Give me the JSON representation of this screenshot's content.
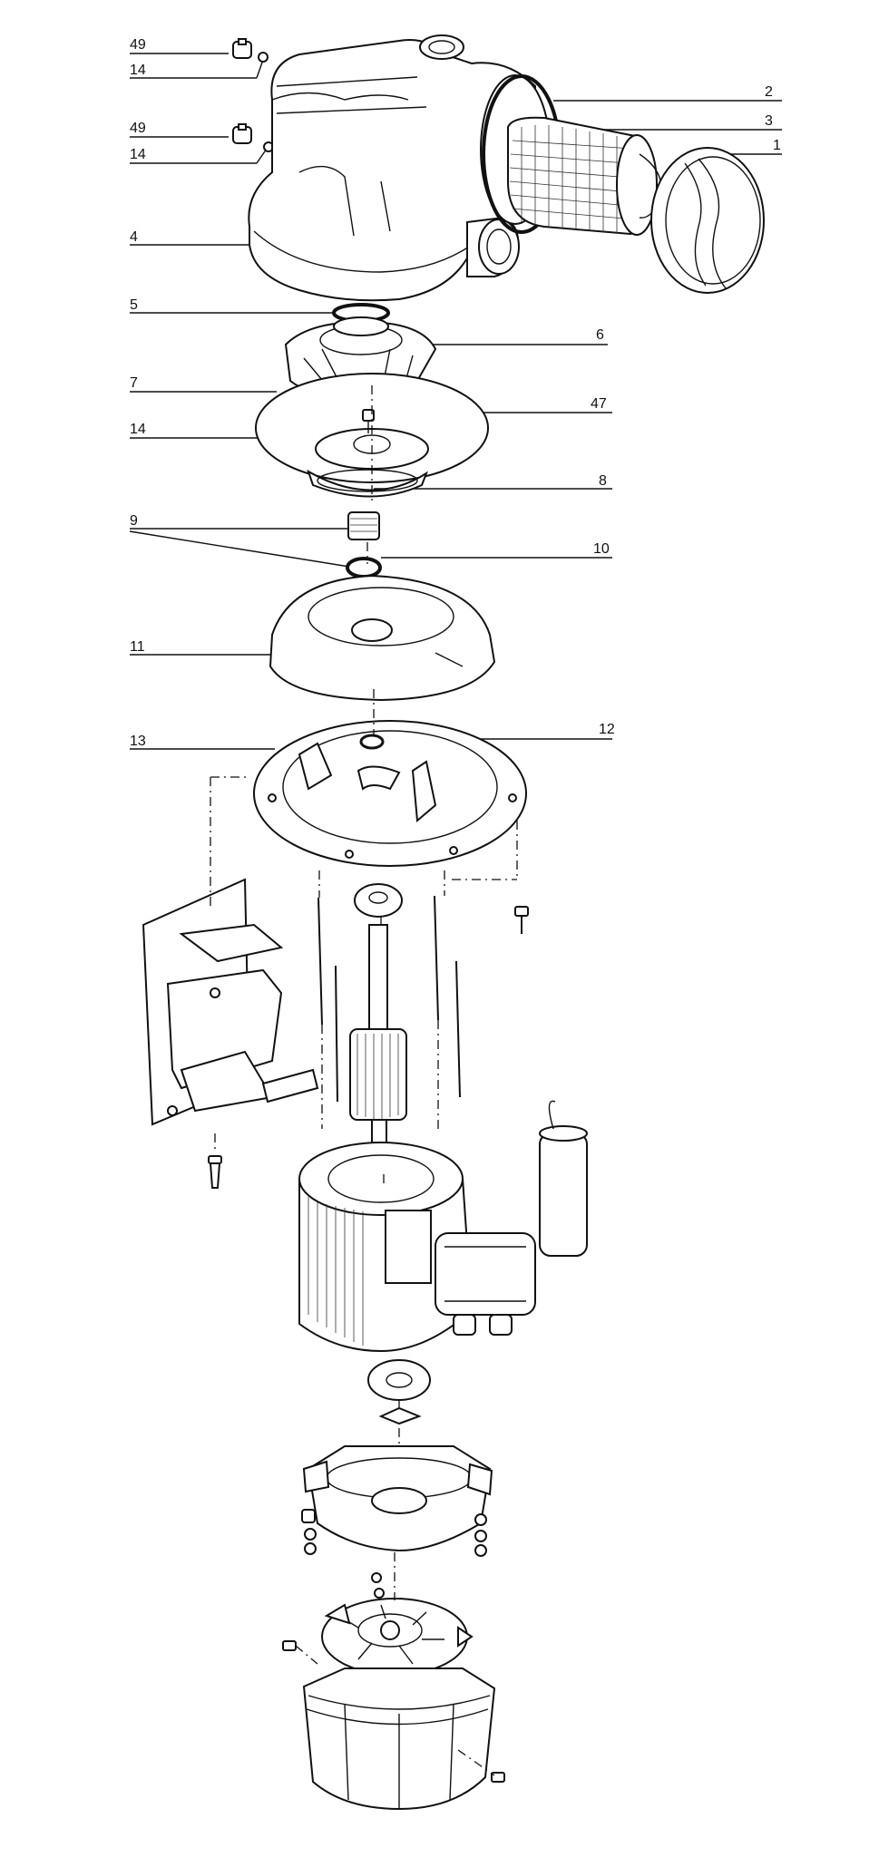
{
  "diagram": {
    "callouts": [
      {
        "id": "c49a",
        "label": "49"
      },
      {
        "id": "c14a",
        "label": "14"
      },
      {
        "id": "c49b",
        "label": "49"
      },
      {
        "id": "c14b",
        "label": "14"
      },
      {
        "id": "c4",
        "label": "4"
      },
      {
        "id": "c5",
        "label": "5"
      },
      {
        "id": "c7",
        "label": "7"
      },
      {
        "id": "c14c",
        "label": "14"
      },
      {
        "id": "c9",
        "label": "9"
      },
      {
        "id": "c11",
        "label": "11"
      },
      {
        "id": "c13",
        "label": "13"
      },
      {
        "id": "c2",
        "label": "2"
      },
      {
        "id": "c3",
        "label": "3"
      },
      {
        "id": "c1",
        "label": "1"
      },
      {
        "id": "c6",
        "label": "6"
      },
      {
        "id": "c47",
        "label": "47"
      },
      {
        "id": "c8",
        "label": "8"
      },
      {
        "id": "c10",
        "label": "10"
      },
      {
        "id": "c12",
        "label": "12"
      }
    ]
  }
}
